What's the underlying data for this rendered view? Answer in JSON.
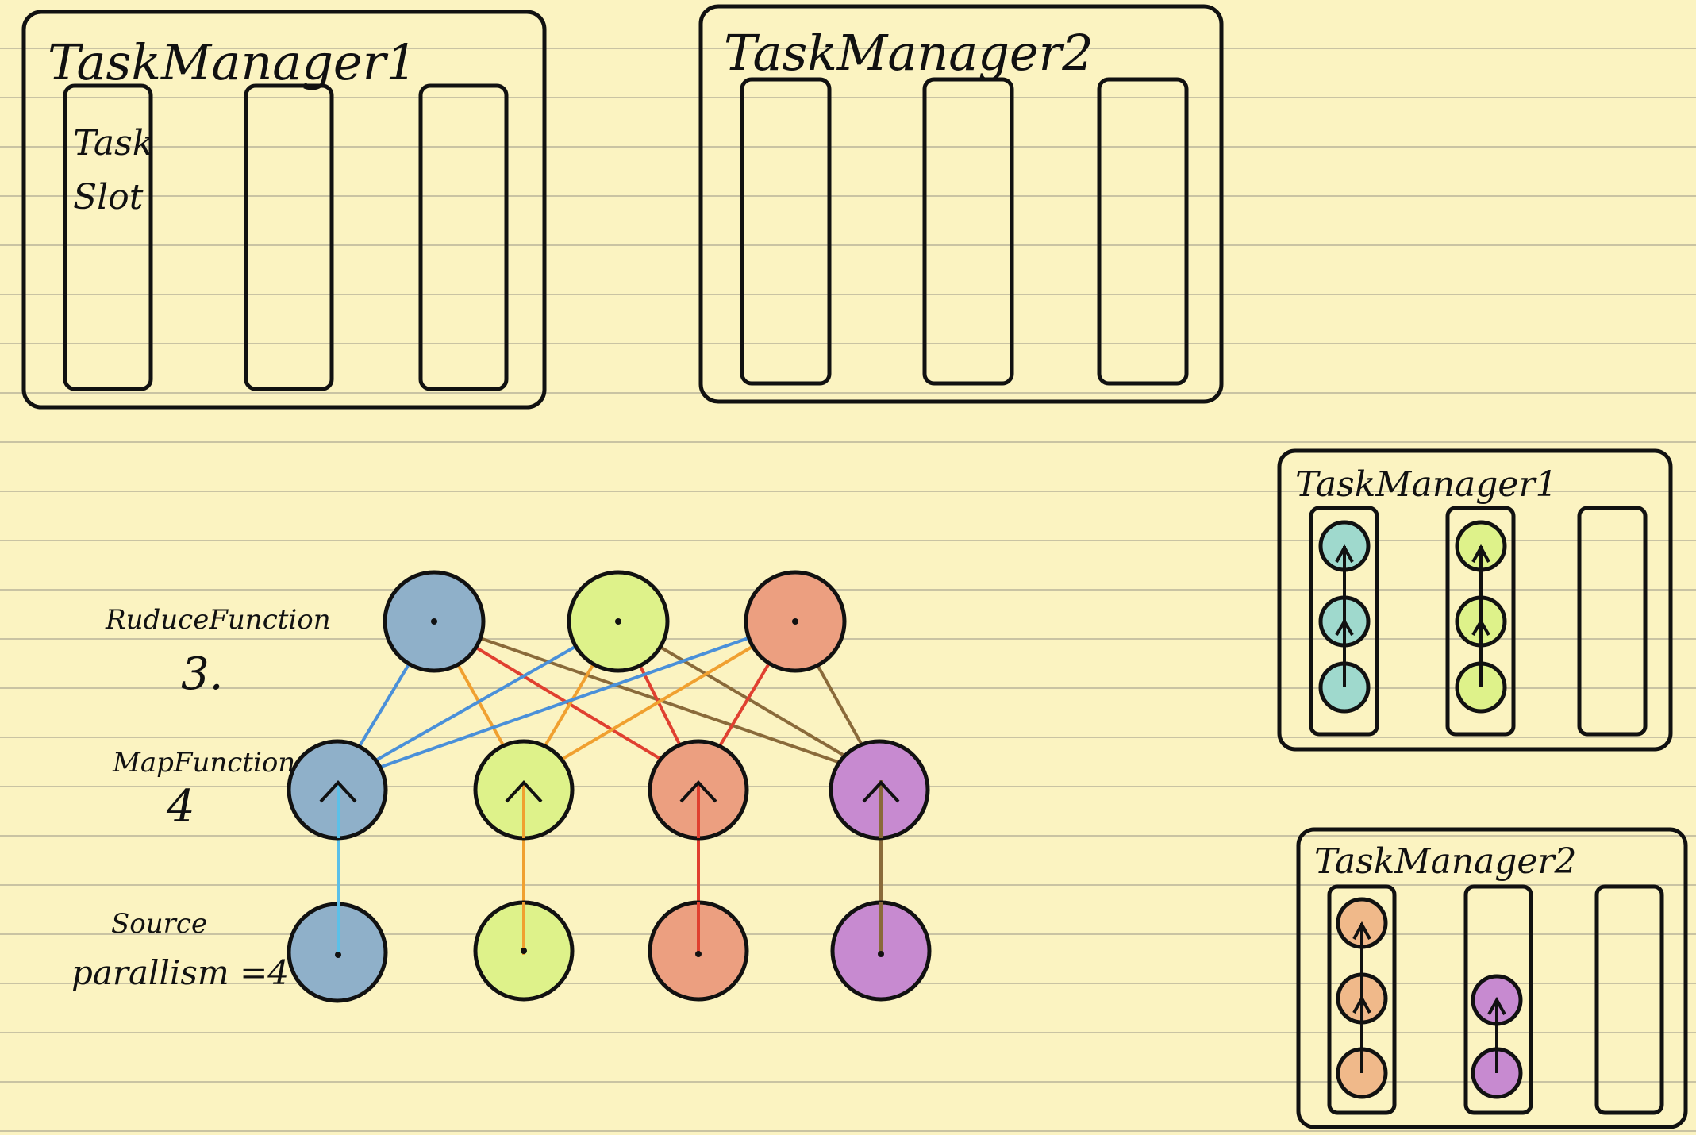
{
  "top_left_manager": {
    "title": "TaskManager1",
    "slot_label_1": "Task",
    "slot_label_2": "Slot"
  },
  "top_right_manager": {
    "title": "TaskManager2"
  },
  "small_manager_1": {
    "title": "TaskManager1"
  },
  "small_manager_2": {
    "title": "TaskManager2"
  },
  "graph_labels": {
    "reduce_name": "RuduceFunction",
    "reduce_count": "3.",
    "map_name": "MapFunction",
    "map_count": "4",
    "source_name": "Source",
    "source_parallelism": "parallism =4"
  },
  "colors": {
    "blue": "#8fb0c9",
    "green": "#def28a",
    "orange": "#ec9f80",
    "purple": "#c78ad0",
    "teal": "#9fd9cd",
    "peach": "#f0b98a",
    "slot_label": "#ee9d2f",
    "edge_blue": "#4a90d9",
    "edge_orange": "#f0a030",
    "edge_red": "#e04030",
    "edge_brown": "#8a6a3a",
    "edge_cyan": "#5bc0e8"
  }
}
